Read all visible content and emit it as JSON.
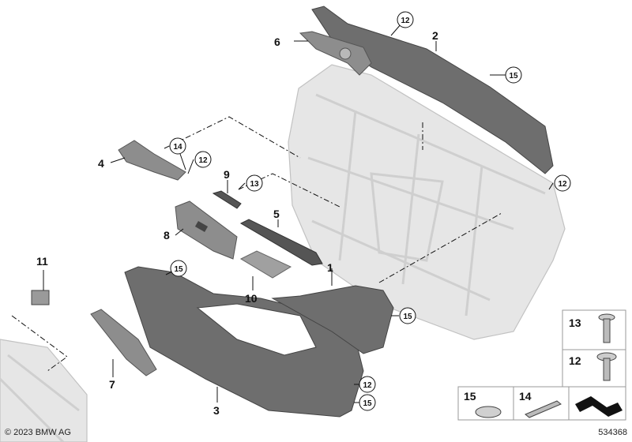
{
  "callouts": {
    "c1": "1",
    "c2": "2",
    "c3": "3",
    "c4": "4",
    "c5": "5",
    "c6": "6",
    "c7": "7",
    "c8": "8",
    "c9": "9",
    "c10": "10",
    "c11": "11",
    "c12a": "12",
    "c12b": "12",
    "c12c": "12",
    "c12d": "12",
    "c13": "13",
    "c14": "14",
    "c15a": "15",
    "c15b": "15",
    "c15c": "15",
    "c15d": "15"
  },
  "legend": {
    "item13": "13",
    "item12": "12",
    "item15": "15",
    "item14": "14"
  },
  "footer": {
    "copyright": "© 2023 BMW AG",
    "diagram_number": "534368"
  }
}
